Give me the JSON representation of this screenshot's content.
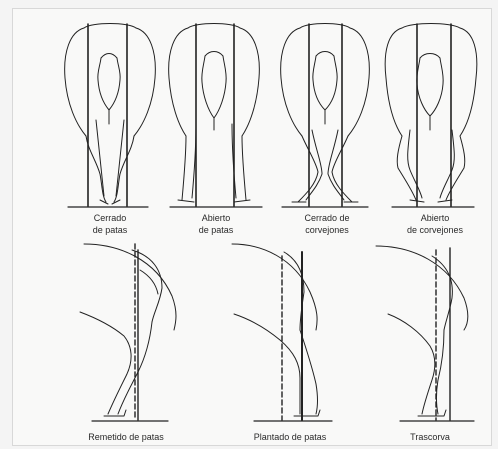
{
  "figure": {
    "top_row": [
      {
        "caption_line1": "Cerrado",
        "caption_line2": "de patas"
      },
      {
        "caption_line1": "Abierto",
        "caption_line2": "de patas"
      },
      {
        "caption_line1": "Cerrado de",
        "caption_line2": "corvejones"
      },
      {
        "caption_line1": "Abierto",
        "caption_line2": "de corvejones"
      }
    ],
    "bottom_row": [
      {
        "caption": "Remetido de patas"
      },
      {
        "caption": "Plantado de patas"
      },
      {
        "caption": "Trascorva"
      }
    ]
  },
  "colors": {
    "ink": "#222222",
    "paper": "#f9f9f8",
    "border": "#d8d8d8"
  }
}
